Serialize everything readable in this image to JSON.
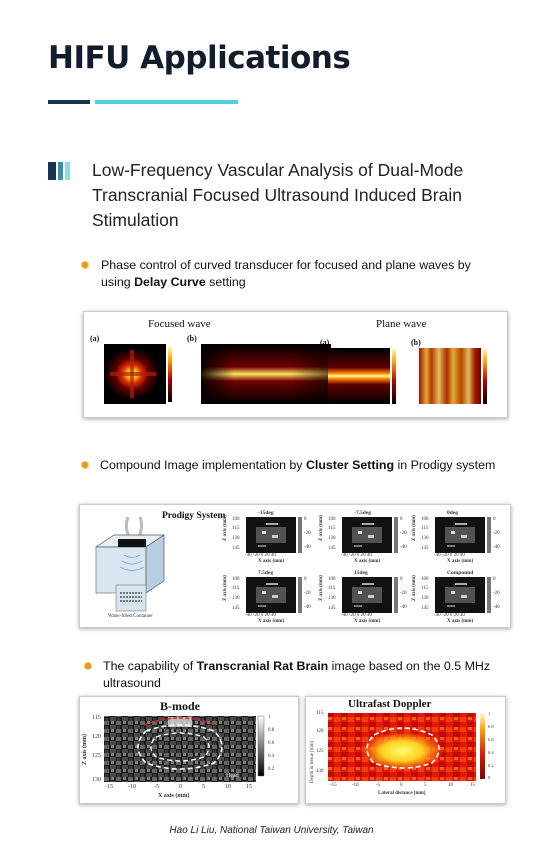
{
  "page": {
    "title": "HIFU Applications",
    "subtitle": "Low-Frequency Vascular Analysis of Dual-Mode Transcranial Focused Ultrasound Induced Brain Stimulation",
    "footer": "Hao Li Liu, National Taiwan University, Taiwan"
  },
  "bullets": [
    {
      "pre": "Phase control of curved transducer for focused and plane waves by using ",
      "bold": "Delay Curve",
      "post": " setting"
    },
    {
      "pre": "Compound Image implementation by ",
      "bold": "Cluster Setting",
      "post": " in Prodigy system"
    },
    {
      "pre": "The capability of ",
      "bold": "Transcranial Rat Brain",
      "post": " image based on the 0.5 MHz ultrasound"
    }
  ],
  "figure1": {
    "focused_title": "Focused wave",
    "plane_title": "Plane wave",
    "label_a": "(a)",
    "label_b": "(b)"
  },
  "figure2": {
    "system_title": "Prodigy System",
    "container_label": "Water-filled Container",
    "y_label": "Z axis (mm)",
    "x_label": "X axis (mm)",
    "x_ticks": "-40 -20 0 20 40",
    "y_ticks": [
      "100",
      "115",
      "130",
      "145"
    ],
    "cb_ticks": [
      "0",
      "-20",
      "-40"
    ],
    "panels": [
      "-15deg",
      "-7.5deg",
      "0deg",
      "7.5deg",
      "15deg",
      "Compound"
    ]
  },
  "figure3": {
    "bmode_title": "B-mode",
    "doppler_title": "Ultrafast Doppler",
    "bmode_y_label": "Z axis (mm)",
    "bmode_x_label": "X axis (mm)",
    "bmode_y_ticks": [
      "115",
      "120",
      "125",
      "130"
    ],
    "bmode_x_ticks": [
      "-15",
      "-10",
      "-5",
      "0",
      "5",
      "10",
      "15"
    ],
    "bmode_cb_ticks": [
      "1",
      "0.8",
      "0.6",
      "0.4",
      "0.2"
    ],
    "head_label": "Head",
    "doppler_y_label": "Depth in tissue [mm]",
    "doppler_x_label": "Lateral distance [mm]",
    "doppler_y_ticks": [
      "115",
      "120",
      "125",
      "130"
    ],
    "doppler_x_ticks": [
      "-15",
      "-10",
      "-5",
      "0",
      "5",
      "10",
      "15"
    ],
    "doppler_cb_ticks": [
      "1",
      "0.8",
      "0.6",
      "0.4",
      "0.2",
      "0"
    ]
  },
  "colors": {
    "navy": "#1a3550",
    "cyan": "#4fd0e0",
    "bullet": "#e39b1b"
  }
}
